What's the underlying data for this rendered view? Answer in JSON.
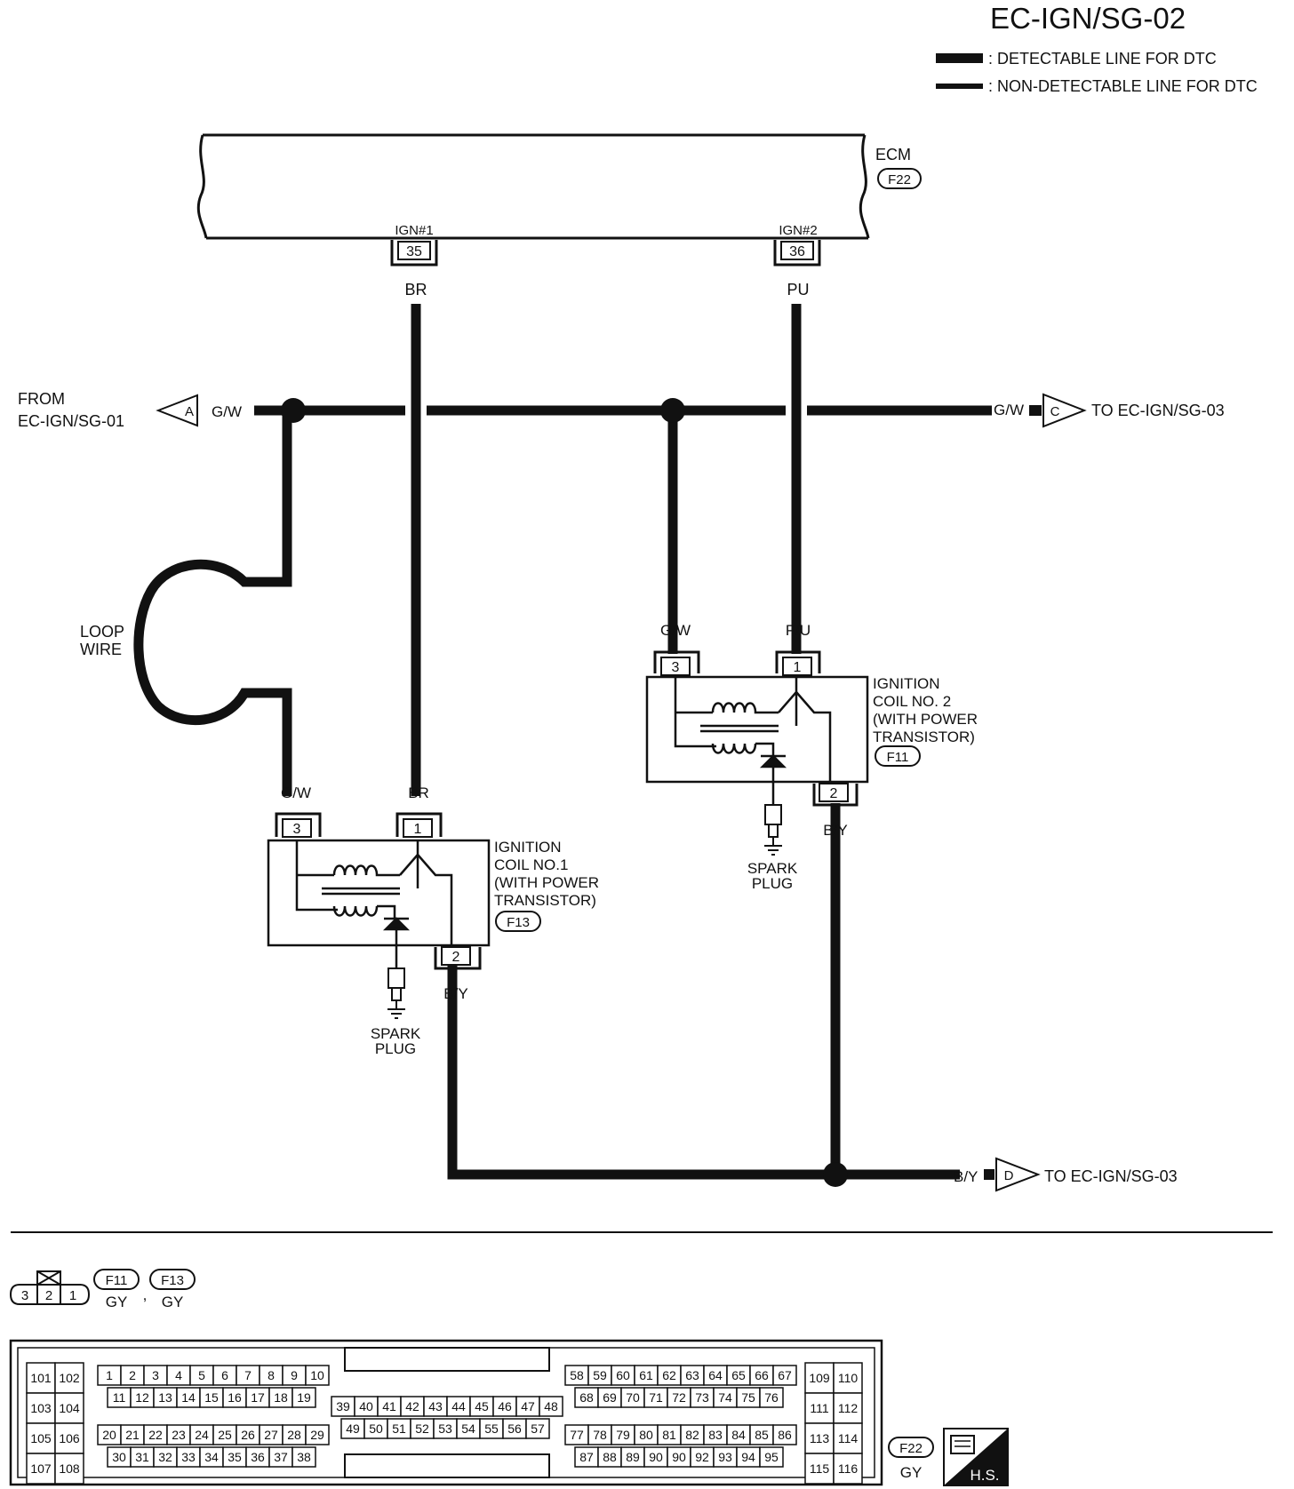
{
  "page_title": "EC-IGN/SG-02",
  "legend": {
    "detectable": ": DETECTABLE LINE FOR DTC",
    "non_detectable": ": NON-DETECTABLE LINE FOR DTC"
  },
  "ecm": {
    "label": "ECM",
    "connector": "F22",
    "terminal_1_name": "IGN#1",
    "terminal_1_pin": "35",
    "terminal_1_wire": "BR",
    "terminal_2_name": "IGN#2",
    "terminal_2_pin": "36",
    "terminal_2_wire": "PU"
  },
  "from_label_line1": "FROM",
  "from_label_line2": "EC-IGN/SG-01",
  "marker_a": "A",
  "marker_a_wire": "G/W",
  "marker_c": "C",
  "marker_c_wire": "G/W",
  "marker_c_dest": "TO EC-IGN/SG-03",
  "marker_d": "D",
  "marker_d_wire": "B/Y",
  "marker_d_dest": "TO EC-IGN/SG-03",
  "loop_wire_line1": "LOOP",
  "loop_wire_line2": "WIRE",
  "coil1": {
    "line1": "IGNITION",
    "line2": "COIL NO.1",
    "line3": "(WITH POWER",
    "line4": "TRANSISTOR)",
    "connector": "F13",
    "pin3": "3",
    "pin3_wire": "G/W",
    "pin1": "1",
    "pin1_wire": "BR",
    "pin2": "2",
    "pin2_wire": "B/Y",
    "plug_line1": "SPARK",
    "plug_line2": "PLUG"
  },
  "coil2": {
    "line1": "IGNITION",
    "line2": "COIL NO. 2",
    "line3": "(WITH POWER",
    "line4": "TRANSISTOR)",
    "connector": "F11",
    "pin3": "3",
    "pin3_wire": "G/W",
    "pin1": "1",
    "pin1_wire": "P/U",
    "pin2": "2",
    "pin2_wire": "B/Y",
    "plug_line1": "SPARK",
    "plug_line2": "PLUG"
  },
  "connector_views": {
    "small_pins": [
      "3",
      "2",
      "1"
    ],
    "f11_id": "F11",
    "f11_color": "GY",
    "f13_id": "F13",
    "f13_color": "GY",
    "separator": ",",
    "f22_id": "F22",
    "f22_color": "GY",
    "hs_label": "H.S."
  },
  "ecm_pin_blocks": {
    "block_a": [
      [
        "101",
        "102"
      ],
      [
        "103",
        "104"
      ],
      [
        "105",
        "106"
      ],
      [
        "107",
        "108"
      ]
    ],
    "block_b_row1": [
      "1",
      "2",
      "3",
      "4",
      "5",
      "6",
      "7",
      "8",
      "9",
      "10"
    ],
    "block_b_row2": [
      "11",
      "12",
      "13",
      "14",
      "15",
      "16",
      "17",
      "18",
      "19"
    ],
    "block_b_row3": [
      "20",
      "21",
      "22",
      "23",
      "24",
      "25",
      "26",
      "27",
      "28",
      "29"
    ],
    "block_b_row4": [
      "30",
      "31",
      "32",
      "33",
      "34",
      "35",
      "36",
      "37",
      "38"
    ],
    "block_c_row1": [
      "39",
      "40",
      "41",
      "42",
      "43",
      "44",
      "45",
      "46",
      "47",
      "48"
    ],
    "block_c_row2": [
      "49",
      "50",
      "51",
      "52",
      "53",
      "54",
      "55",
      "56",
      "57"
    ],
    "block_d_row1": [
      "58",
      "59",
      "60",
      "61",
      "62",
      "63",
      "64",
      "65",
      "66",
      "67"
    ],
    "block_d_row2": [
      "68",
      "69",
      "70",
      "71",
      "72",
      "73",
      "74",
      "75",
      "76"
    ],
    "block_d_row3": [
      "77",
      "78",
      "79",
      "80",
      "81",
      "82",
      "83",
      "84",
      "85",
      "86"
    ],
    "block_d_row4": [
      "87",
      "88",
      "89",
      "90",
      "90",
      "92",
      "93",
      "94",
      "95"
    ],
    "block_e": [
      [
        "109",
        "110"
      ],
      [
        "111",
        "112"
      ],
      [
        "113",
        "114"
      ],
      [
        "115",
        "116"
      ]
    ]
  }
}
